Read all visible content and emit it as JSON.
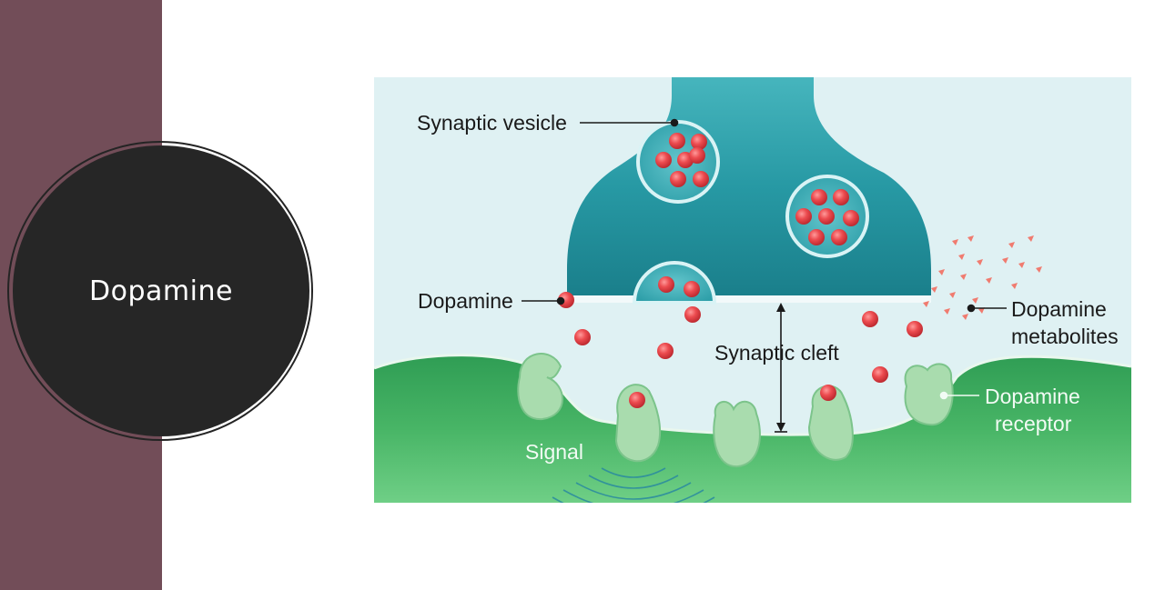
{
  "slide": {
    "title": "Dopamine"
  },
  "diagram": {
    "labels": {
      "synaptic_vesicle": "Synaptic vesicle",
      "dopamine": "Dopamine",
      "synaptic_cleft": "Synaptic cleft",
      "dopamine_metabolites_line1": "Dopamine",
      "dopamine_metabolites_line2": "metabolites",
      "dopamine_receptor_line1": "Dopamine",
      "dopamine_receptor_line2": "receptor",
      "signal": "Signal"
    }
  },
  "colors": {
    "sidebar": "#724d58",
    "title_circle": "#262626",
    "background_cell": "#dff1f3",
    "presynaptic_teal": "#2a9aa4",
    "postsynaptic_green": "#2e9a52",
    "receptor_green": "#a9dcae",
    "dopamine_red": "#e8474b"
  }
}
